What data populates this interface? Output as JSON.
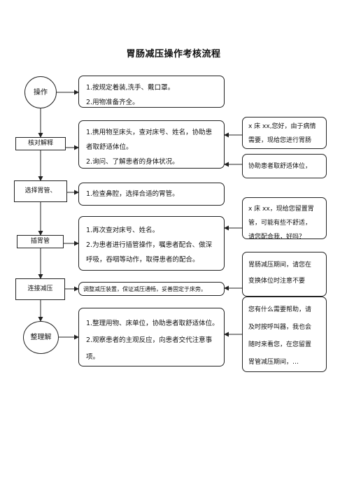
{
  "title": "胃肠减压操作考核流程",
  "steps": [
    {
      "label": "操作"
    },
    {
      "label": "核对解释"
    },
    {
      "label": "选择胃管、"
    },
    {
      "label": "插胃管"
    },
    {
      "label": "连接减压"
    },
    {
      "label": "整理解"
    }
  ],
  "boxes": [
    {
      "lines": [
        "1.按规定着装,洗手、戴口罩。",
        "2.用物准备齐全。"
      ]
    },
    {
      "lines": [
        "1.携用物至床头，查对床号、姓名，协助患",
        "者取舒适体位。",
        "2.询问、了解患者的身体状况。"
      ]
    },
    {
      "lines": [
        "1.检查鼻腔，选择合适的胃管。"
      ]
    },
    {
      "lines": [
        "1.再次查对床号、姓名。",
        "2.为患者进行插管操作，嘱患者配合、做深",
        "呼吸，吞咽等动作，取得患者的配合。"
      ]
    },
    {
      "lines": [
        "调整减压装置，保证减压通畅，妥善固定于床旁。"
      ]
    },
    {
      "lines": [
        "1.整理用物、床单位，协助患者取舒适体位。",
        "2.观察患者的主观反应，向患者交代注意事",
        "项。"
      ]
    }
  ],
  "notes": [
    {
      "lines": [
        "x 床 xx,您好，由于病情",
        "需要，现给您进行胃肠"
      ]
    },
    {
      "lines": [
        "协助患者取舒适体位，"
      ]
    },
    {
      "lines": [
        "x 床 xx，现给您留置胃",
        "管，可能有些不舒适，",
        "请您配合我，好吗？"
      ]
    },
    {
      "lines": [
        "胃肠减压期间，请您在",
        "变换体位时注意不要"
      ]
    },
    {
      "lines": [
        "您有什么需要帮助，请",
        "及时按呼叫器，我也会",
        "随时来看您，在您留置",
        "胃管减压期间，…"
      ]
    }
  ]
}
